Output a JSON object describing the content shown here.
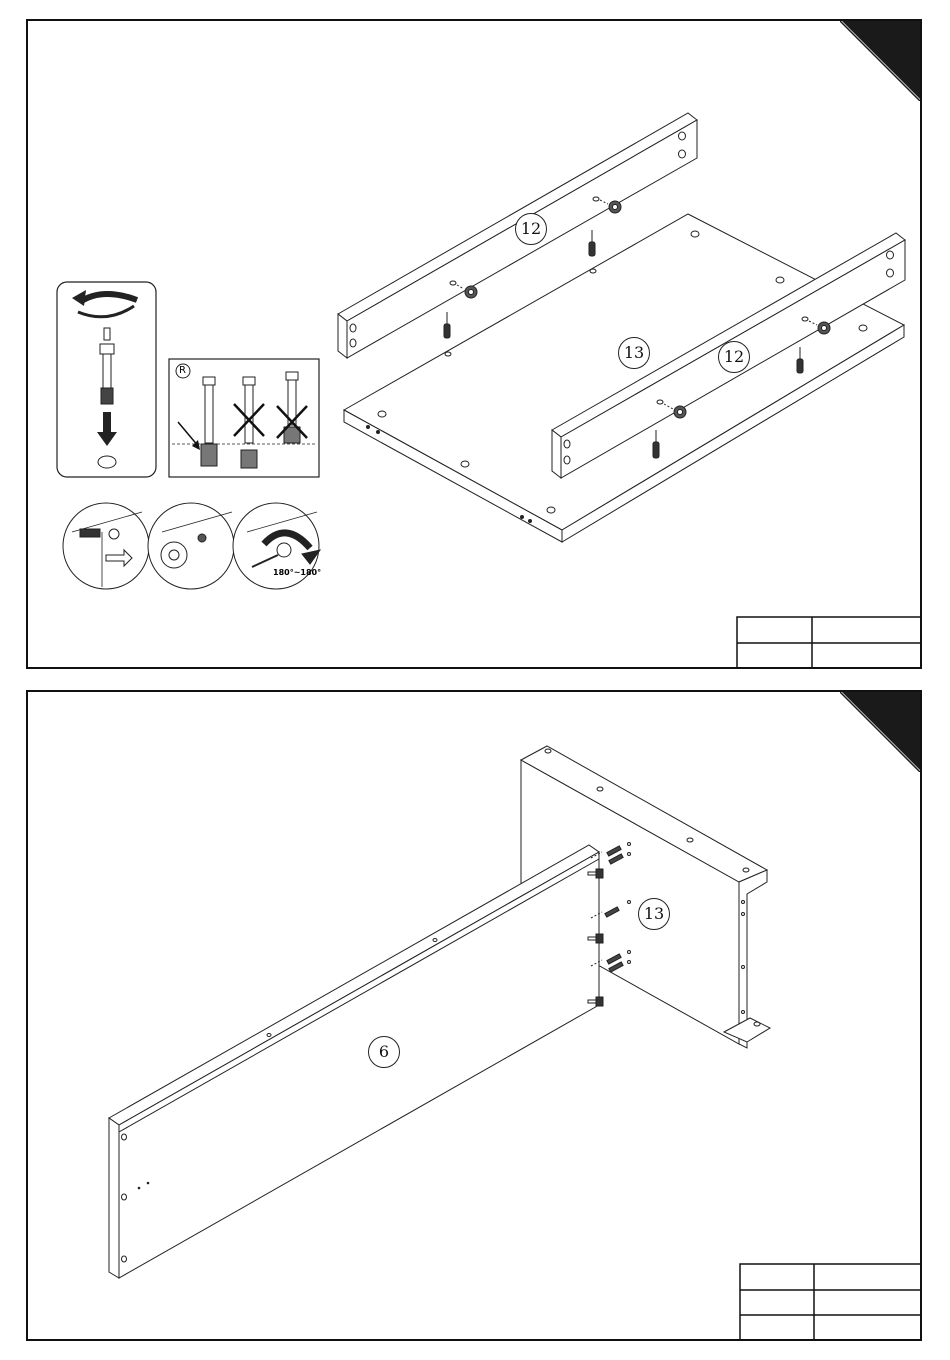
{
  "step1": {
    "part_labels": [
      "12",
      "13",
      "12"
    ],
    "detail_mark": "R",
    "rotation_note": "180°~180°"
  },
  "step2": {
    "part_labels": [
      "13",
      "6"
    ]
  },
  "icons": [
    "rotate-arrow-icon",
    "down-arrow-icon",
    "cross-mark-icon",
    "screwdriver-icon",
    "cam-lock-icon",
    "dowel-icon"
  ]
}
